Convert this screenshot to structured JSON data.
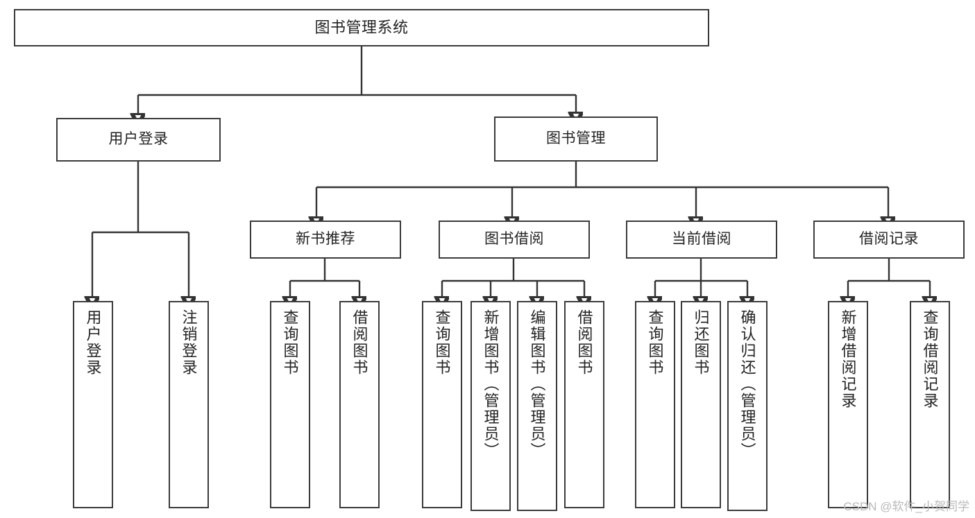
{
  "diagram": {
    "type": "tree",
    "title": "图书管理系统",
    "orientation": "top-down",
    "colors": {
      "box_border": "#3a3a3a",
      "box_fill": "#ffffff",
      "connector": "#333333",
      "text": "#232323",
      "watermark": "#b9b9b9"
    },
    "nodes": {
      "root": {
        "label": "图书管理系统"
      },
      "level1": [
        {
          "id": "user-login",
          "label": "用户登录"
        },
        {
          "id": "book-manage",
          "label": "图书管理"
        }
      ],
      "level2": [
        {
          "id": "new-book-recommend",
          "label": "新书推荐"
        },
        {
          "id": "book-borrow",
          "label": "图书借阅"
        },
        {
          "id": "current-borrow",
          "label": "当前借阅"
        },
        {
          "id": "borrow-record",
          "label": "借阅记录"
        }
      ],
      "leaves": {
        "user-login": [
          {
            "id": "leaf-user-login",
            "label": "用户登录"
          },
          {
            "id": "leaf-logout",
            "label": "注销登录"
          }
        ],
        "new-book-recommend": [
          {
            "id": "leaf-query-book-1",
            "label": "查询图书"
          },
          {
            "id": "leaf-borrow-book-1",
            "label": "借阅图书"
          }
        ],
        "book-borrow": [
          {
            "id": "leaf-query-book-2",
            "label": "查询图书"
          },
          {
            "id": "leaf-add-book",
            "label": "新增图书（管理员）"
          },
          {
            "id": "leaf-edit-book",
            "label": "编辑图书（管理员）"
          },
          {
            "id": "leaf-borrow-book-2",
            "label": "借阅图书"
          }
        ],
        "current-borrow": [
          {
            "id": "leaf-query-book-3",
            "label": "查询图书"
          },
          {
            "id": "leaf-return-book",
            "label": "归还图书"
          },
          {
            "id": "leaf-confirm-return",
            "label": "确认归还（管理员）"
          }
        ],
        "borrow-record": [
          {
            "id": "leaf-add-record",
            "label": "新增借阅记录"
          },
          {
            "id": "leaf-query-record",
            "label": "查询借阅记录"
          }
        ]
      }
    },
    "edges": [
      {
        "from": "root",
        "to": "user-login"
      },
      {
        "from": "root",
        "to": "book-manage"
      },
      {
        "from": "user-login",
        "to": "leaf-user-login"
      },
      {
        "from": "user-login",
        "to": "leaf-logout"
      },
      {
        "from": "book-manage",
        "to": "new-book-recommend"
      },
      {
        "from": "book-manage",
        "to": "book-borrow"
      },
      {
        "from": "book-manage",
        "to": "current-borrow"
      },
      {
        "from": "book-manage",
        "to": "borrow-record"
      },
      {
        "from": "new-book-recommend",
        "to": "leaf-query-book-1"
      },
      {
        "from": "new-book-recommend",
        "to": "leaf-borrow-book-1"
      },
      {
        "from": "book-borrow",
        "to": "leaf-query-book-2"
      },
      {
        "from": "book-borrow",
        "to": "leaf-add-book"
      },
      {
        "from": "book-borrow",
        "to": "leaf-edit-book"
      },
      {
        "from": "book-borrow",
        "to": "leaf-borrow-book-2"
      },
      {
        "from": "current-borrow",
        "to": "leaf-query-book-3"
      },
      {
        "from": "current-borrow",
        "to": "leaf-return-book"
      },
      {
        "from": "current-borrow",
        "to": "leaf-confirm-return"
      },
      {
        "from": "borrow-record",
        "to": "leaf-add-record"
      },
      {
        "from": "borrow-record",
        "to": "leaf-query-record"
      }
    ]
  },
  "watermark": {
    "text": "CSDN @软件_小贺同学"
  }
}
